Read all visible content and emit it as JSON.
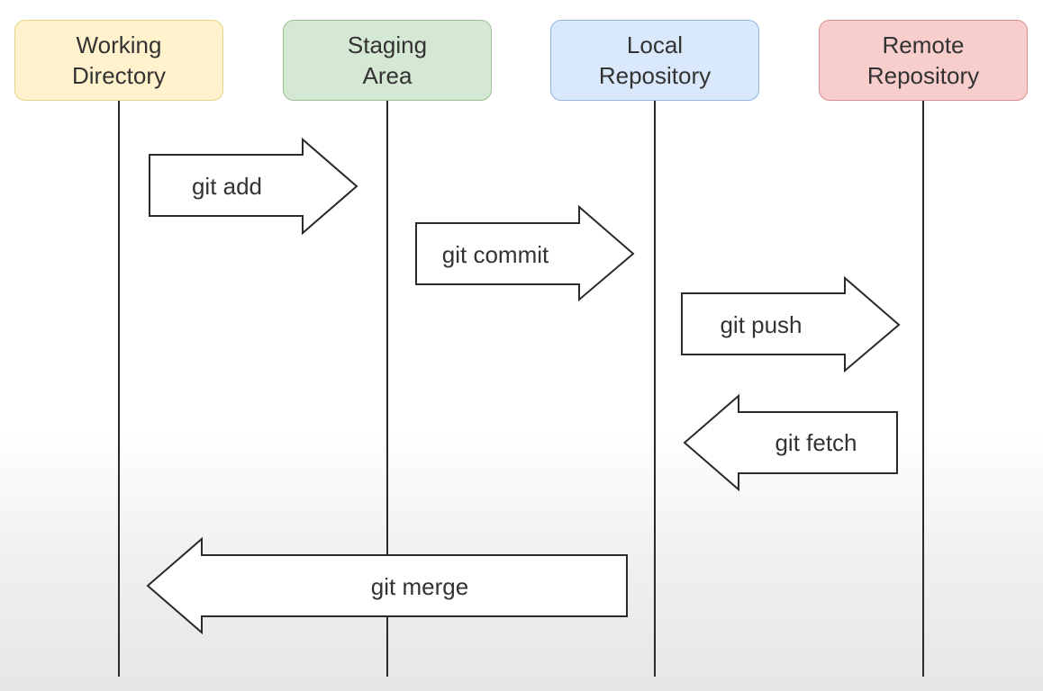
{
  "lanes": [
    {
      "title": "Working\nDirectory",
      "fill": "#fff2cc",
      "border": "#e8d389"
    },
    {
      "title": "Staging\nArea",
      "fill": "#d5e8d4",
      "border": "#9cc191"
    },
    {
      "title": "Local\nRepository",
      "fill": "#dae8fc",
      "border": "#94b4df"
    },
    {
      "title": "Remote\nRepository",
      "fill": "#f8cecc",
      "border": "#d88e8c"
    }
  ],
  "commands": {
    "add": "git add",
    "commit": "git commit",
    "push": "git push",
    "fetch": "git fetch",
    "merge": "git merge"
  }
}
